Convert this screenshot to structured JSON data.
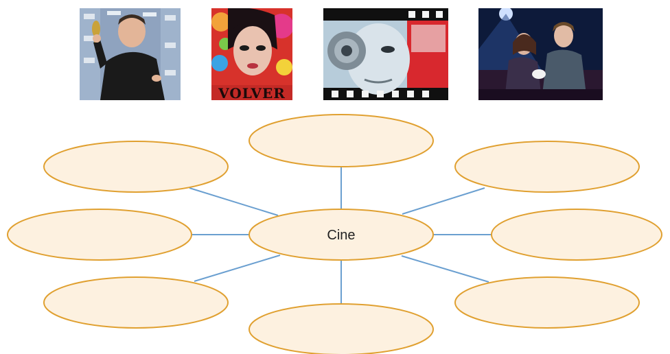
{
  "photos": [
    {
      "name": "photo-award-winner",
      "caption": ""
    },
    {
      "name": "photo-volver-poster",
      "poster_title": "VOLVER"
    },
    {
      "name": "photo-film-strip-eye",
      "caption": ""
    },
    {
      "name": "photo-cinema-audience",
      "caption": ""
    }
  ],
  "diagram": {
    "center_label": "Cine",
    "outer_bubbles": [
      {
        "position": "top",
        "label": ""
      },
      {
        "position": "upper-left",
        "label": ""
      },
      {
        "position": "upper-right",
        "label": ""
      },
      {
        "position": "left",
        "label": ""
      },
      {
        "position": "right",
        "label": ""
      },
      {
        "position": "lower-left",
        "label": ""
      },
      {
        "position": "lower-right",
        "label": ""
      },
      {
        "position": "bottom",
        "label": ""
      }
    ]
  },
  "colors": {
    "bubble_fill": "#fdf1e0",
    "bubble_stroke": "#e0a030",
    "connector": "#6a9fd0"
  }
}
